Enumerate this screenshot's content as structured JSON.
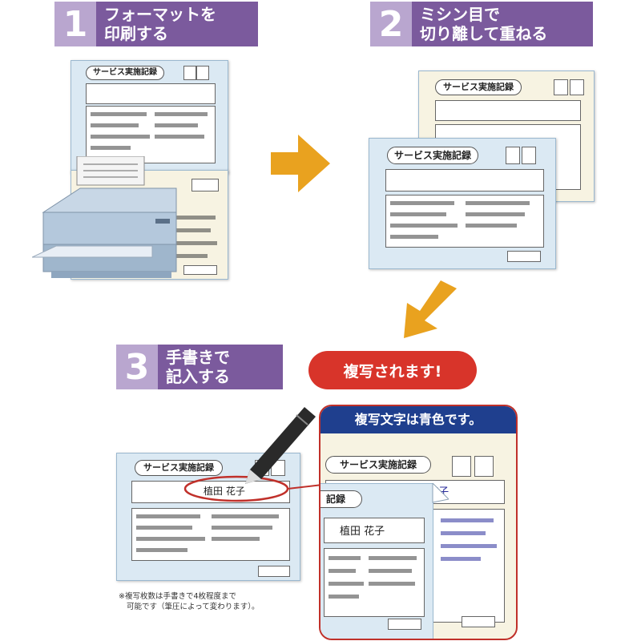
{
  "steps": [
    {
      "number": "1",
      "line1": "フォーマットを",
      "line2": "印刷する"
    },
    {
      "number": "2",
      "line1": "ミシン目で",
      "line2": "切り離して重ねる"
    },
    {
      "number": "3",
      "line1": "手書きで",
      "line2": "記入する"
    }
  ],
  "form_title": "サービス実施記録",
  "form_title_short": "記録",
  "handwritten_name": "植田 花子",
  "badge_copy": "複写されます!",
  "callout_blue": "複写文字は青色です。",
  "footnote_line1": "※複写枚数は手書きで4枚程度まで",
  "footnote_line2": "可能です（筆圧によって変わります）。",
  "colors": {
    "banner": "#7b5a9d",
    "banner_number": "#b9a6cf",
    "arrow": "#e9a21f",
    "badge": "#d8342a",
    "form_blue": "#dbe9f3",
    "form_cream": "#f7f3e2",
    "callout_border": "#c0302a",
    "callout_label": "#1f3f8e"
  },
  "icons": [
    "printer-icon",
    "pen-icon",
    "arrow-right-icon",
    "arrow-down-left-icon"
  ]
}
